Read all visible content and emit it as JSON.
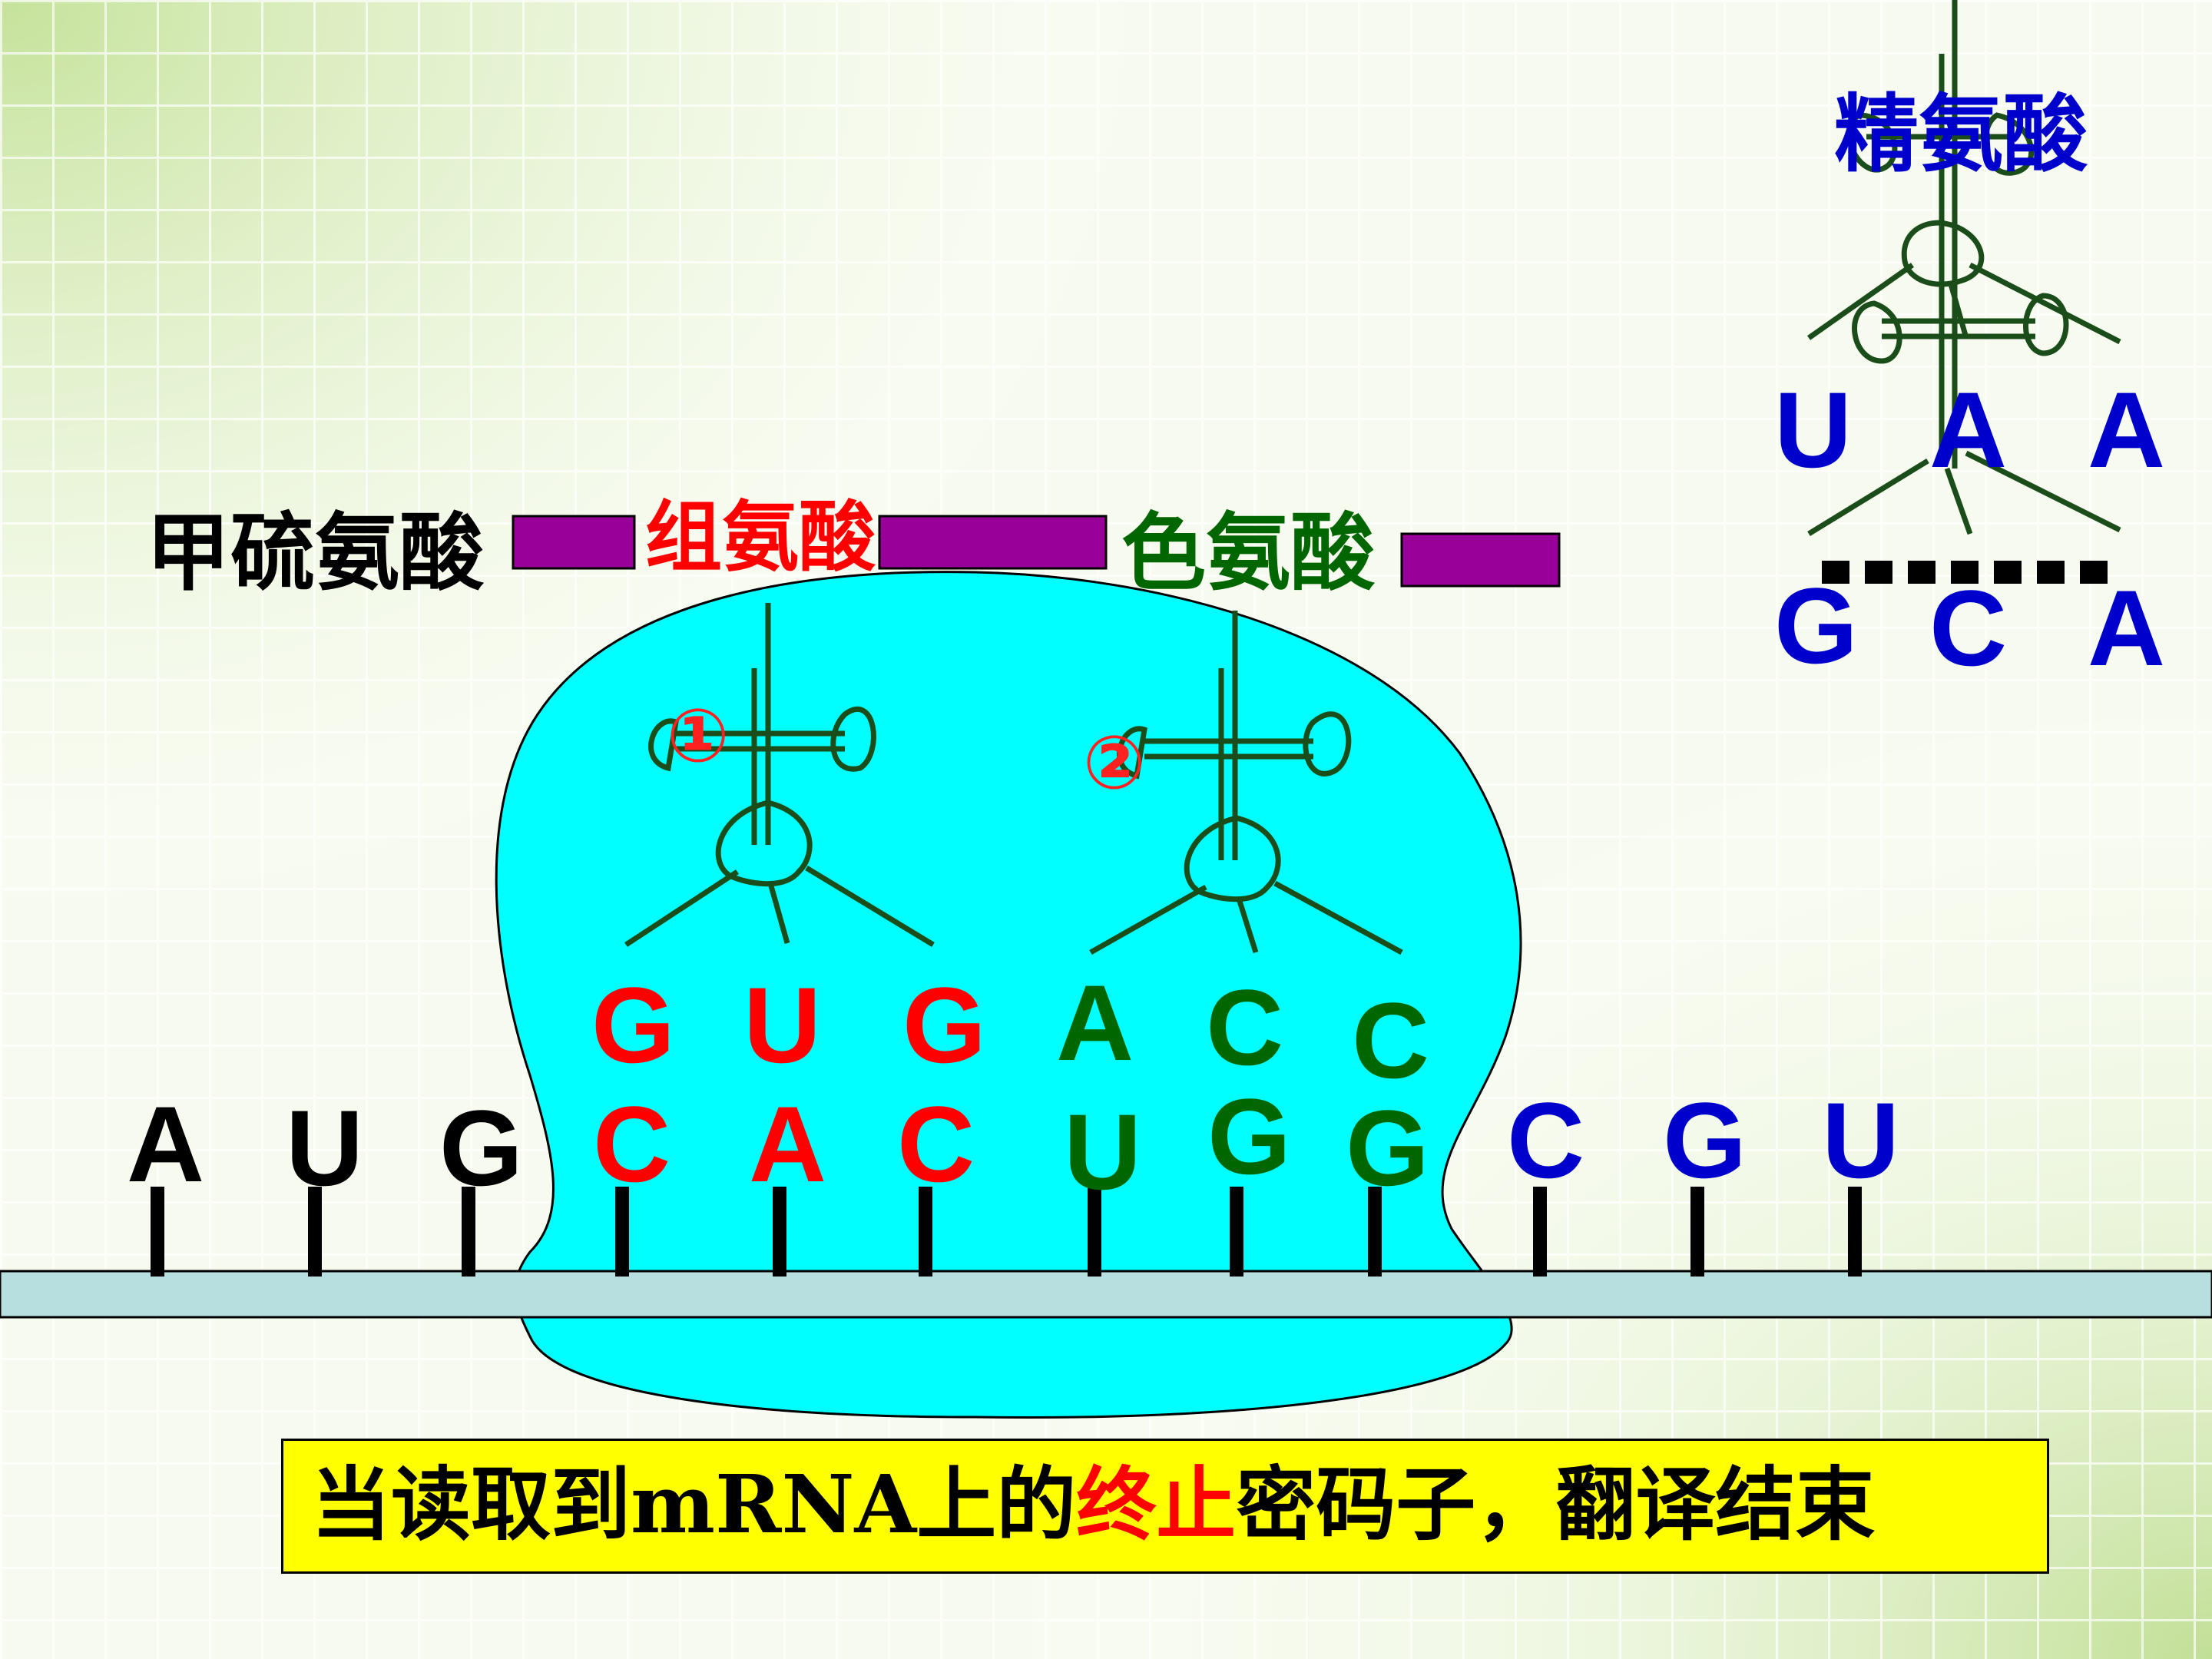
{
  "colors": {
    "background_green": "#d8ebb8",
    "ribosome": "#00ffff",
    "mrna_strand": "#b8dfe0",
    "peptide_link": "#990099",
    "trna_outline": "#1a4d1a",
    "red": "#ff0000",
    "green": "#006600",
    "blue": "#0000cc",
    "black": "#000000",
    "caption_bg": "#ffff00"
  },
  "amino_acids": [
    {
      "text": "甲硫氨酸",
      "color": "#000000"
    },
    {
      "text": "组氨酸",
      "color": "#ff0000"
    },
    {
      "text": "色氨酸",
      "color": "#006600"
    },
    {
      "text": "精氨酸",
      "color": "#0000cc"
    }
  ],
  "trna_markers": [
    "①",
    "②"
  ],
  "anticodons": [
    {
      "text": "G",
      "color": "#ff0000"
    },
    {
      "text": "U",
      "color": "#ff0000"
    },
    {
      "text": "G",
      "color": "#ff0000"
    },
    {
      "text": "A",
      "color": "#006600"
    },
    {
      "text": "C",
      "color": "#006600"
    },
    {
      "text": "C",
      "color": "#006600"
    }
  ],
  "leaving_trna": {
    "anticodon": [
      "U",
      "A",
      "A"
    ],
    "codon": [
      "G",
      "C",
      "A"
    ],
    "color": "#0000cc"
  },
  "mrna_bases": [
    {
      "text": "A",
      "color": "#000000"
    },
    {
      "text": "U",
      "color": "#000000"
    },
    {
      "text": "G",
      "color": "#000000"
    },
    {
      "text": "C",
      "color": "#ff0000"
    },
    {
      "text": "A",
      "color": "#ff0000"
    },
    {
      "text": "C",
      "color": "#ff0000"
    },
    {
      "text": "U",
      "color": "#006600"
    },
    {
      "text": "G",
      "color": "#006600"
    },
    {
      "text": "G",
      "color": "#006600"
    },
    {
      "text": "C",
      "color": "#0000cc"
    },
    {
      "text": "G",
      "color": "#0000cc"
    },
    {
      "text": "U",
      "color": "#0000cc"
    }
  ],
  "caption": {
    "part1": "当读取到mRNA上的",
    "highlight": "终止",
    "part2": "密码子，翻译结束"
  }
}
